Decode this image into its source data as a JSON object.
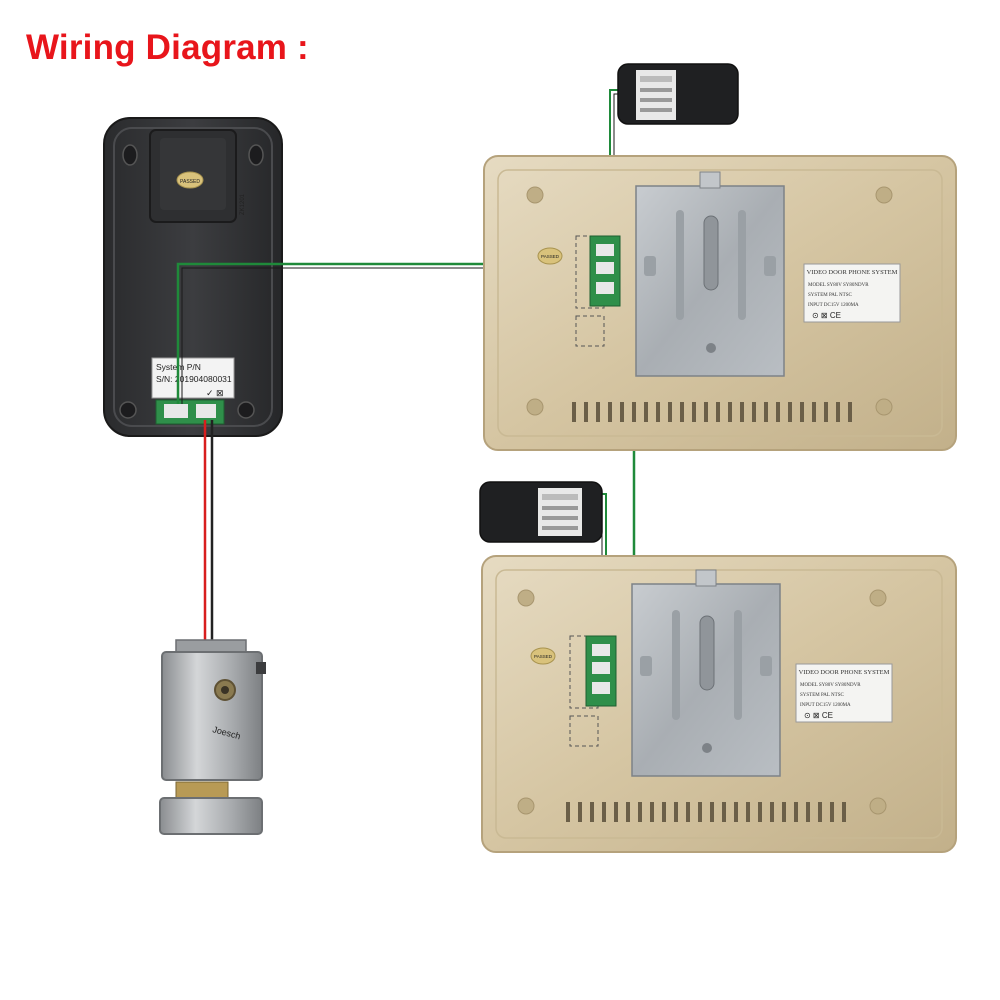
{
  "title": "Wiring Diagram :",
  "colors": {
    "title": "#e8151b",
    "signal_wire": "#1f8a3a",
    "lock_wire_red": "#d81e1e",
    "lock_wire_black": "#222222",
    "monitor_body": "#d8c9a8"
  },
  "door_station": {
    "label_system": "System P/N",
    "label_serial": "S/N: 201904080031",
    "stamp": "PASSED",
    "side_text": "ZK1201"
  },
  "monitor_top": {
    "spec_title": "VIDEO DOOR PHONE SYSTEM",
    "spec_row1": "MODEL   SY80V   SY80NDVR",
    "spec_row2": "SYSTEM   PAL   NTSC",
    "spec_row3": "INPUT   DC15V   1200MA",
    "sticker": "PASSED"
  },
  "monitor_bottom": {
    "spec_title": "VIDEO DOOR PHONE SYSTEM",
    "spec_row1": "MODEL   SY80V   SY80NDVR",
    "spec_row2": "SYSTEM   PAL   NTSC",
    "spec_row3": "INPUT   DC15V   1200MA",
    "sticker": "PASSED"
  },
  "lock": {
    "brand": "Joesch"
  }
}
